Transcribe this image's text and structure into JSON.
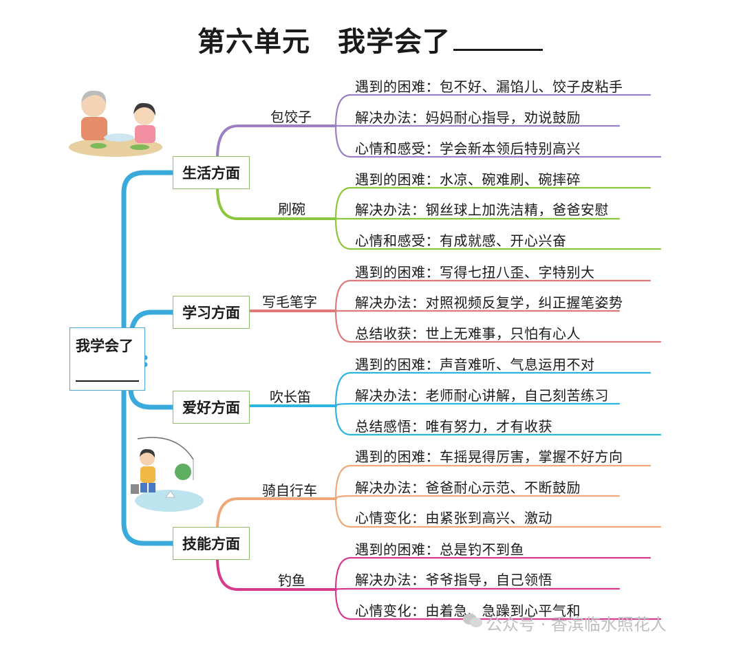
{
  "title": {
    "unit": "第六单元",
    "heading": "我学会了"
  },
  "root": {
    "label": "我学会了"
  },
  "categories": [
    {
      "label": "生活方面",
      "color": "#3aa9dc",
      "topics": [
        {
          "label": "包饺子",
          "color": "#9b7fc4",
          "details": [
            "遇到的困难：包不好、漏馅儿、饺子皮粘手",
            "解决办法：妈妈耐心指导，劝说鼓励",
            "心情和感受：学会新本领后特别高兴"
          ]
        },
        {
          "label": "刷碗",
          "color": "#8cc63f",
          "details": [
            "遇到的困难：水凉、碗难刷、碗摔碎",
            "解决办法：钢丝球上加洗洁精，爸爸安慰",
            "心情和感受：有成就感、开心兴奋"
          ]
        }
      ]
    },
    {
      "label": "学习方面",
      "color": "#3aa9dc",
      "topics": [
        {
          "label": "写毛笔字",
          "color": "#e07a7a",
          "details": [
            "遇到的困难：写得七扭八歪、字特别大",
            "解决办法：对照视频反复学，纠正握笔姿势",
            "总结收获：世上无难事，只怕有心人"
          ]
        }
      ]
    },
    {
      "label": "爱好方面",
      "color": "#3aa9dc",
      "topics": [
        {
          "label": "吹长笛",
          "color": "#2eb4e0",
          "details": [
            "遇到的困难：声音难听、气息运用不对",
            "解决办法：老师耐心讲解，自己刻苦练习",
            "总结感悟：唯有努力，才有收获"
          ]
        }
      ]
    },
    {
      "label": "技能方面",
      "color": "#3aa9dc",
      "topics": [
        {
          "label": "骑自行车",
          "color": "#f0a878",
          "details": [
            "遇到的困难：车摇晃得厉害，掌握不好方向",
            "解决办法：爸爸耐心示范、不断鼓励",
            "心情变化：由紧张到高兴、激动"
          ]
        },
        {
          "label": "钓鱼",
          "color": "#d63a8c",
          "details": [
            "遇到的困难：总是钓不到鱼",
            "解决办法：爷爷指导，自己领悟",
            "心情变化：由着急、急躁到心平气和"
          ]
        }
      ]
    }
  ],
  "watermark": "公众号 · 香滨临水照花人",
  "icons": {
    "watermark": "wechat-icon"
  }
}
